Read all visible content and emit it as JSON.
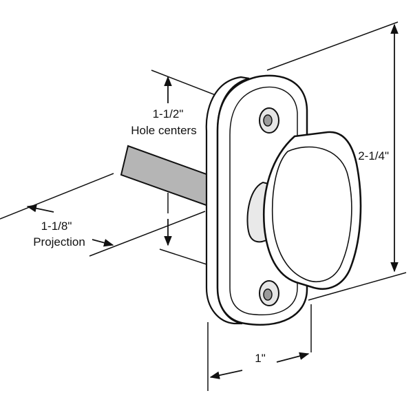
{
  "dimensions": {
    "hole_centers": {
      "value": "1-1/2\"",
      "caption": "Hole centers"
    },
    "height": {
      "value": "2-1/4\""
    },
    "projection": {
      "value": "1-1/8\"",
      "caption": "Projection"
    },
    "width": {
      "value": "1\""
    }
  },
  "colors": {
    "line": "#111111",
    "shaft": "#b5b5b5",
    "body": "#ffffff",
    "shade": "#e6e6e6"
  }
}
